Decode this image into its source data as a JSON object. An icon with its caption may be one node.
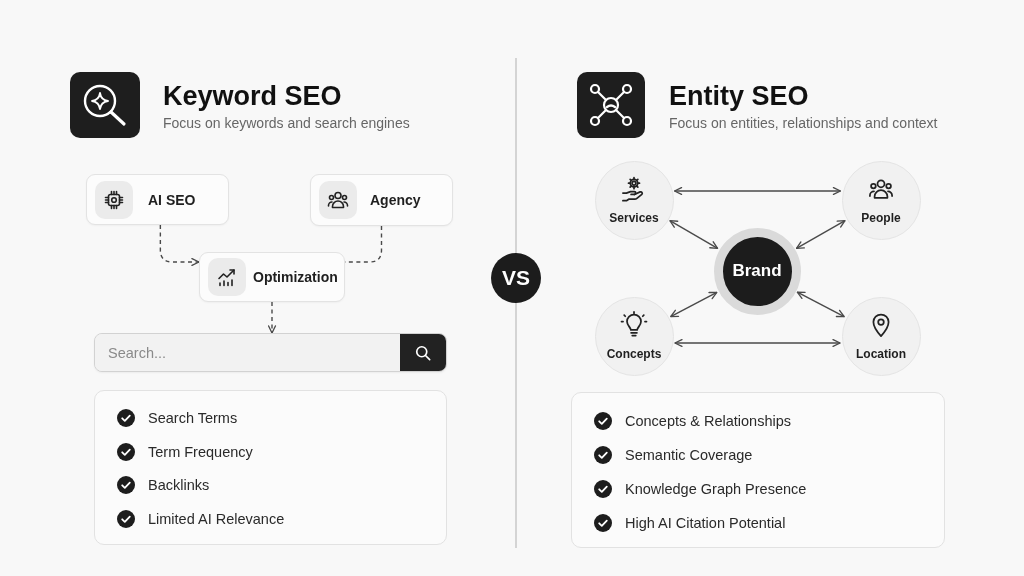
{
  "diagram": {
    "nodes": [
      {
        "text": [
          "AI SEO"
        ]
      },
      {
        "text": [
          "Agency"
        ]
      },
      {
        "text": [
          "Optimization"
        ]
      },
      {
        "text": [
          "Search..."
        ]
      },
      {
        "text": [
          "Search Terms",
          "Term Frequency",
          "Backlinks",
          "Limited AI Relevance"
        ]
      },
      {
        "text": [
          "VS"
        ]
      },
      {
        "text": [
          "Services"
        ]
      },
      {
        "text": [
          "People"
        ]
      },
      {
        "text": [
          "Brand"
        ]
      },
      {
        "text": [
          "Concepts"
        ]
      },
      {
        "text": [
          "Location"
        ]
      },
      {
        "text": [
          "Concepts & Relationships",
          "Semantic Coverage",
          "Knowledge Graph Presence",
          "High AI Citation Potential"
        ]
      }
    ],
    "edges": [
      {
        "from": 0,
        "to": 2,
        "arrow": "to",
        "style": "dashed"
      },
      {
        "from": 1,
        "to": 2,
        "arrow": "none",
        "style": "dashed"
      },
      {
        "from": 2,
        "to": 3,
        "arrow": "to",
        "style": "dashed"
      },
      {
        "from": 6,
        "to": 7,
        "arrow": "both"
      },
      {
        "from": 6,
        "to": 8,
        "arrow": "both"
      },
      {
        "from": 7,
        "to": 8,
        "arrow": "both"
      },
      {
        "from": 9,
        "to": 8,
        "arrow": "both"
      },
      {
        "from": 10,
        "to": 8,
        "arrow": "both"
      },
      {
        "from": 9,
        "to": 10,
        "arrow": "both"
      }
    ],
    "labels": [
      "Keyword SEO",
      "Focus on keywords and search engines",
      "Entity SEO",
      "Focus on entities, relationships and context"
    ]
  }
}
